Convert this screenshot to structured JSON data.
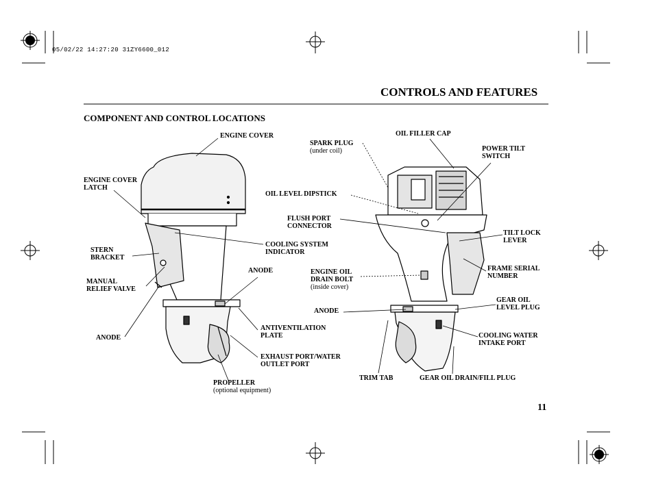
{
  "meta": {
    "print_stamp": "05/02/22 14:27:20 31ZY6600_012"
  },
  "page": {
    "section_title": "CONTROLS AND FEATURES",
    "subsection_title": "COMPONENT AND CONTROL LOCATIONS",
    "page_number": "11"
  },
  "left_labels": {
    "engine_cover": "ENGINE COVER",
    "engine_cover_latch_1": "ENGINE COVER",
    "engine_cover_latch_2": "LATCH",
    "stern_bracket_1": "STERN",
    "stern_bracket_2": "BRACKET",
    "manual_relief_1": "MANUAL",
    "manual_relief_2": "RELIEF VALVE",
    "anode_left": "ANODE",
    "cooling_indicator_1": "COOLING SYSTEM",
    "cooling_indicator_2": "INDICATOR",
    "anode_mid": "ANODE",
    "antiventilation_1": "ANTIVENTILATION",
    "antiventilation_2": "PLATE",
    "exhaust_1": "EXHAUST PORT/WATER",
    "exhaust_2": "OUTLET PORT",
    "propeller_1": "PROPELLER",
    "propeller_2": "(optional equipment)"
  },
  "right_labels": {
    "spark_plug_1": "SPARK PLUG",
    "spark_plug_2": "(under coil)",
    "oil_filler_cap": "OIL FILLER CAP",
    "power_tilt_1": "POWER TILT",
    "power_tilt_2": "SWITCH",
    "oil_level_dipstick": "OIL LEVEL DIPSTICK",
    "flush_port_1": "FLUSH PORT",
    "flush_port_2": "CONNECTOR",
    "tilt_lock_1": "TILT LOCK",
    "tilt_lock_2": "LEVER",
    "engine_oil_drain_1": "ENGINE OIL",
    "engine_oil_drain_2": "DRAIN BOLT",
    "engine_oil_drain_3": "(inside cover)",
    "frame_serial_1": "FRAME SERIAL",
    "frame_serial_2": "NUMBER",
    "anode_right": "ANODE",
    "gear_oil_level_1": "GEAR OIL",
    "gear_oil_level_2": "LEVEL PLUG",
    "cooling_intake_1": "COOLING WATER",
    "cooling_intake_2": "INTAKE PORT",
    "trim_tab": "TRIM TAB",
    "gear_oil_drain": "GEAR OIL DRAIN/FILL PLUG"
  }
}
